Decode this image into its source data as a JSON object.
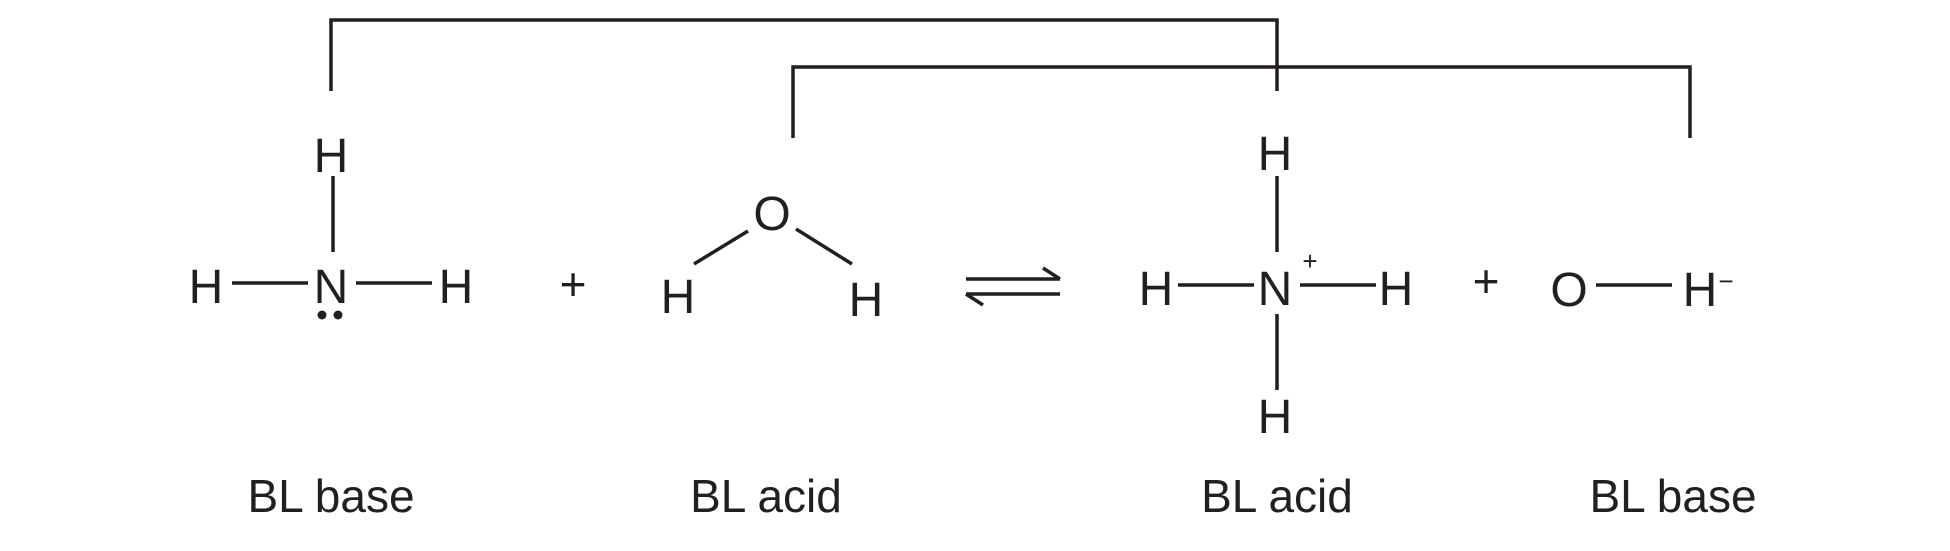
{
  "reactant_base": {
    "center": "N",
    "h_top": "H",
    "h_left": "H",
    "h_right": "H"
  },
  "plus_1": "+",
  "reactant_acid": {
    "center": "O",
    "h_left": "H",
    "h_right": "H"
  },
  "product_acid": {
    "center": "N",
    "charge": "+",
    "h_top": "H",
    "h_left": "H",
    "h_right": "H",
    "h_bottom": "H"
  },
  "plus_2": "+",
  "product_base": {
    "o": "O",
    "h": "H",
    "charge": "−"
  },
  "labels": {
    "reactant_base": "BL base",
    "reactant_acid": "BL acid",
    "product_acid": "BL acid",
    "product_base": "BL base"
  },
  "colors": {
    "ink": "#231f20",
    "background": "#ffffff"
  }
}
